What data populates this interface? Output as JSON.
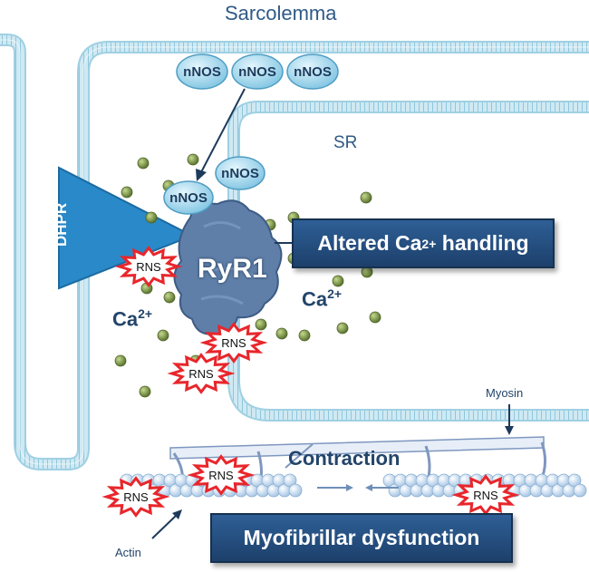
{
  "labels": {
    "sarcolemma": "Sarcolemma",
    "sr": "SR",
    "dhpr": "DHPR",
    "ryr1": "RyR1",
    "ca_left": "Ca",
    "ca_right": "Ca",
    "ca_charge": "2+",
    "contraction": "Contraction",
    "myosin": "Myosin",
    "actin": "Actin"
  },
  "boxes": {
    "altered_prefix": "Altered Ca",
    "altered_charge": "2+",
    "altered_suffix": " handling",
    "myofibrillar": "Myofibrillar dysfunction"
  },
  "nnos_label": "nNOS",
  "rns_label": "RNS",
  "colors": {
    "membrane": "#a7d6e8",
    "nnos": "#a9dcf0",
    "dhpr": "#2a89c8",
    "calcium": "#7d9a4a",
    "rns_burst": "#e8262b",
    "box": "#234c7c",
    "ryr1": "#5f7fa8"
  }
}
